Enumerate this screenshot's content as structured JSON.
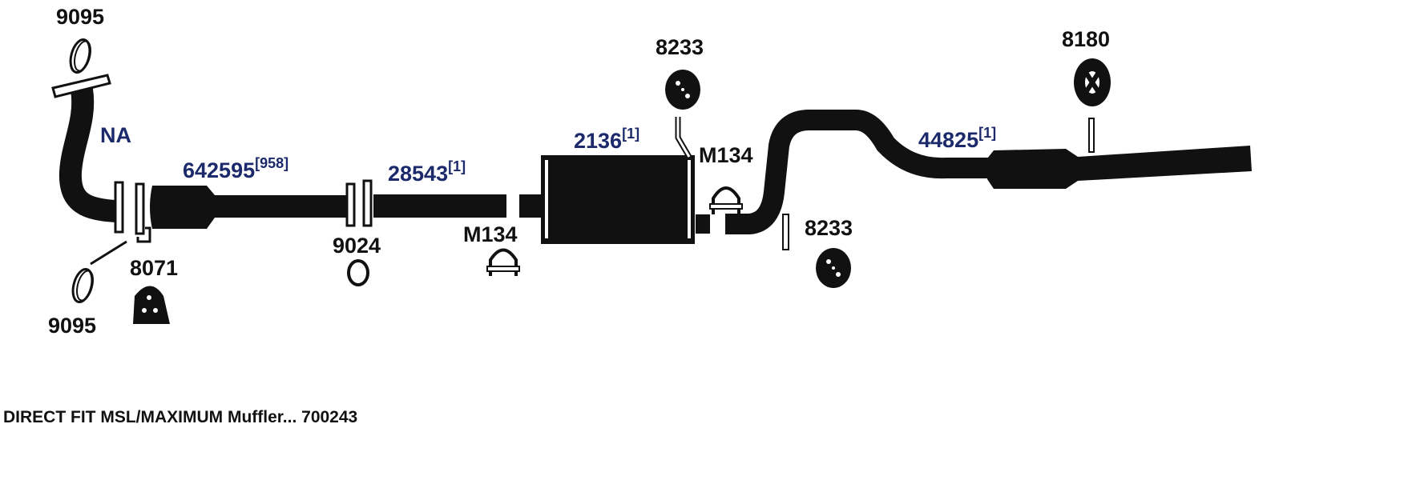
{
  "diagram": {
    "parts": {
      "gasket_top": "9095",
      "gasket_bottom": "9095",
      "front_pipe": "NA",
      "converter_pipe": {
        "number": "642595",
        "note": "[958]"
      },
      "intermediate_pipe": {
        "number": "28543",
        "note": "[1]"
      },
      "muffler": {
        "number": "2136",
        "note": "[1]"
      },
      "tailpipe": {
        "number": "44825",
        "note": "[1]"
      },
      "hanger_bracket": "8071",
      "flange_gasket": "9024",
      "clamp_left": "M134",
      "clamp_right": "M134",
      "hanger_top": "8233",
      "hanger_bottom": "8233",
      "hanger_rear": "8180"
    },
    "colors": {
      "part_number": "#1c2a6b",
      "accessory": "#111111",
      "pipe": "#111111"
    }
  },
  "caption": "DIRECT FIT MSL/MAXIMUM Muffler... 700243"
}
